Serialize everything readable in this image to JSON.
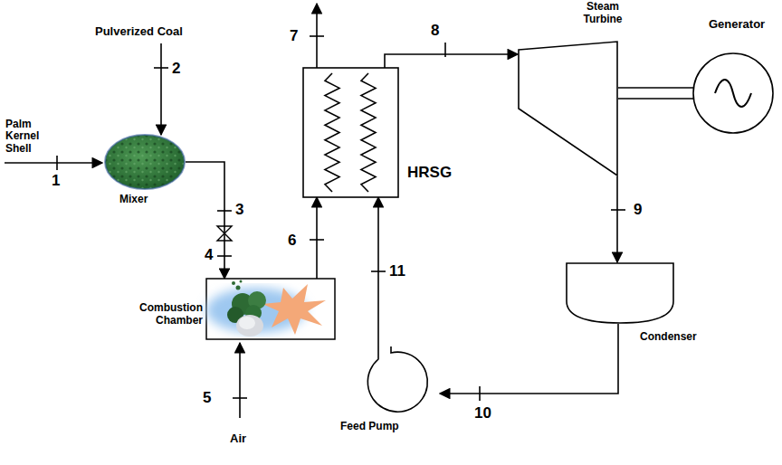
{
  "diagram": {
    "nodes": [
      {
        "text": [
          "Mixer"
        ]
      },
      {
        "text": [
          "Combustion Chamber"
        ]
      },
      {
        "text": [
          "HRSG"
        ]
      },
      {
        "text": [
          "Steam Turbine"
        ]
      },
      {
        "text": [
          "Generator"
        ]
      },
      {
        "text": [
          "Condenser"
        ]
      },
      {
        "text": [
          "Feed Pump"
        ]
      }
    ],
    "edges": [
      {
        "from": 0,
        "to": 1,
        "arrow": "to"
      },
      {
        "from": 1,
        "to": 2,
        "arrow": "to"
      },
      {
        "from": 2,
        "to": 3,
        "arrow": "to"
      },
      {
        "from": 3,
        "to": 5,
        "arrow": "to"
      },
      {
        "from": 5,
        "to": 6,
        "arrow": "to"
      },
      {
        "from": 6,
        "to": 2,
        "arrow": "to"
      },
      {
        "from": 3,
        "to": 4,
        "arrow": "none"
      }
    ],
    "labels": [
      "Palm Kernel Shell",
      "Pulverized Coal",
      "Air",
      "1",
      "2",
      "3",
      "4",
      "5",
      "6",
      "7",
      "8",
      "9",
      "10",
      "11"
    ]
  }
}
